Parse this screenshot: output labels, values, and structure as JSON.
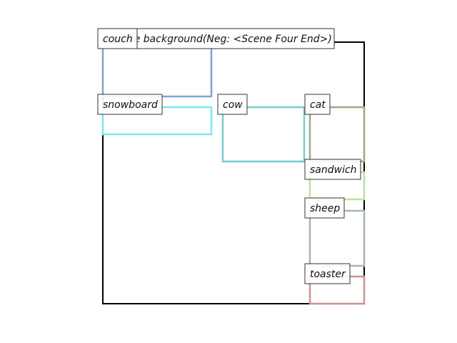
{
  "scene": {
    "caption": "A white background(Neg: <Scene Four End>)",
    "frame_color": "#000000"
  },
  "boxes": [
    {
      "label": "couch",
      "color": "#7ba4d6"
    },
    {
      "label": "snowboard",
      "color": "#7ae8f2"
    },
    {
      "label": "cow",
      "color": "#7cc9c9"
    },
    {
      "label": "cat",
      "color": "#9aaa88"
    },
    {
      "label": "sandwich",
      "color": "#b7e49a"
    },
    {
      "label": "sheep",
      "color": "#a8b8a8"
    },
    {
      "label": "toaster",
      "color": "#d09090"
    }
  ]
}
